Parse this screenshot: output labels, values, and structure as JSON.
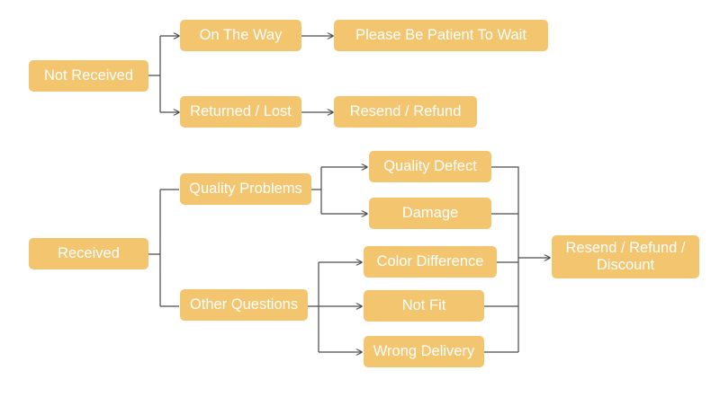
{
  "colors": {
    "node_fill": "#f3c56e",
    "node_text": "#ffffff",
    "connector": "#4a4a4a"
  },
  "nodes": {
    "not_received": "Not Received",
    "on_the_way": "On The Way",
    "please_wait": "Please Be Patient To Wait",
    "returned_lost": "Returned / Lost",
    "resend_refund": "Resend / Refund",
    "received": "Received",
    "quality_problems": "Quality Problems",
    "quality_defect": "Quality Defect",
    "damage": "Damage",
    "other_questions": "Other Questions",
    "color_difference": "Color Difference",
    "not_fit": "Not Fit",
    "wrong_delivery": "Wrong Delivery",
    "resend_refund_discount": "Resend / Refund / Discount"
  }
}
